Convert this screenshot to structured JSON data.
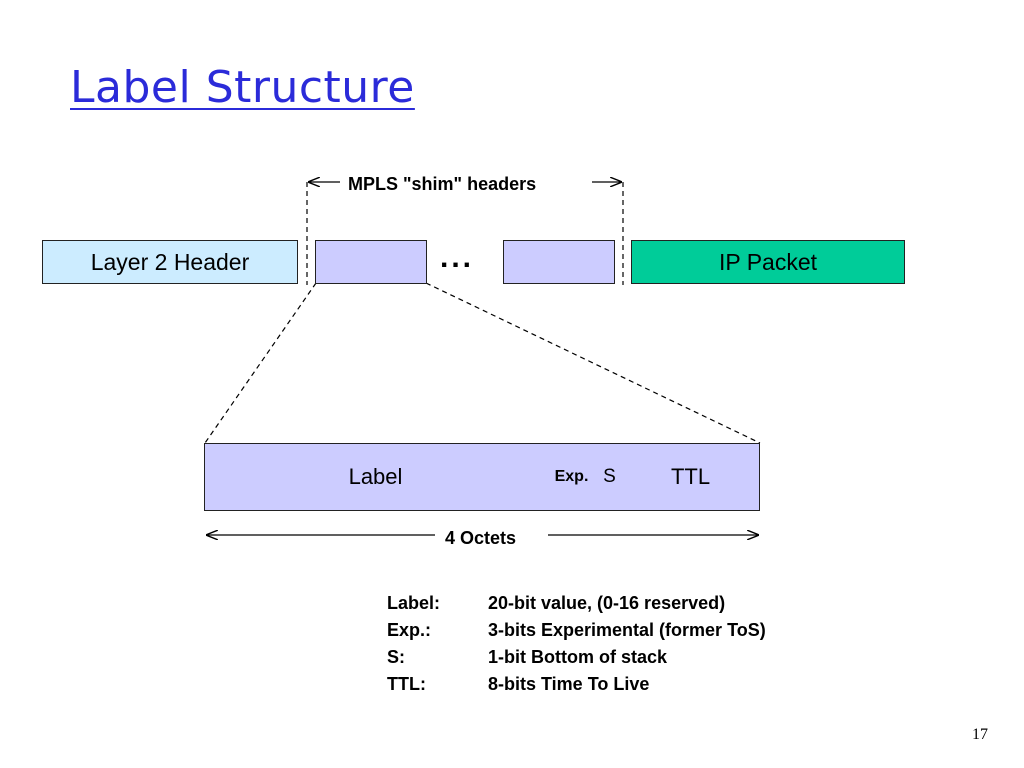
{
  "title": "Label Structure",
  "shim_caption": "MPLS \"shim\" headers",
  "ellipsis": "...",
  "packet": {
    "layer2": "Layer 2 Header",
    "ip": "IP Packet"
  },
  "label_fields": {
    "label": "Label",
    "exp": "Exp.",
    "s": "S",
    "ttl": "TTL"
  },
  "width_caption": "4 Octets",
  "legend": [
    {
      "term": "Label:",
      "desc": "20-bit value, (0-16 reserved)"
    },
    {
      "term": "Exp.:",
      "desc": "3-bits Experimental (former ToS)"
    },
    {
      "term": "S:",
      "desc": "1-bit Bottom of stack"
    },
    {
      "term": "TTL:",
      "desc": "8-bits Time To Live"
    }
  ],
  "page_number": "17",
  "colors": {
    "title": "#2b2bd9",
    "layer2_fill": "#ccecff",
    "shim_fill": "#ccccff",
    "ip_fill": "#00cc99"
  }
}
